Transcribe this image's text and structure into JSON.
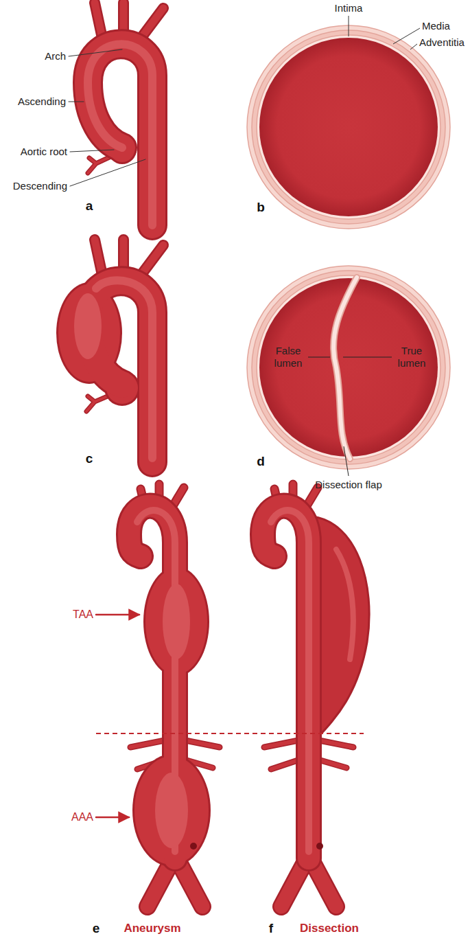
{
  "diagram": {
    "labels": [
      "Arch",
      "Ascending",
      "Aortic root",
      "Descending",
      "a",
      "Intima",
      "Media",
      "Adventitia",
      "b",
      "c",
      "False lumen",
      "True lumen",
      "Dissection flap",
      "d",
      "TAA",
      "AAA",
      "e",
      "Aneurysm",
      "f",
      "Dissection"
    ]
  }
}
